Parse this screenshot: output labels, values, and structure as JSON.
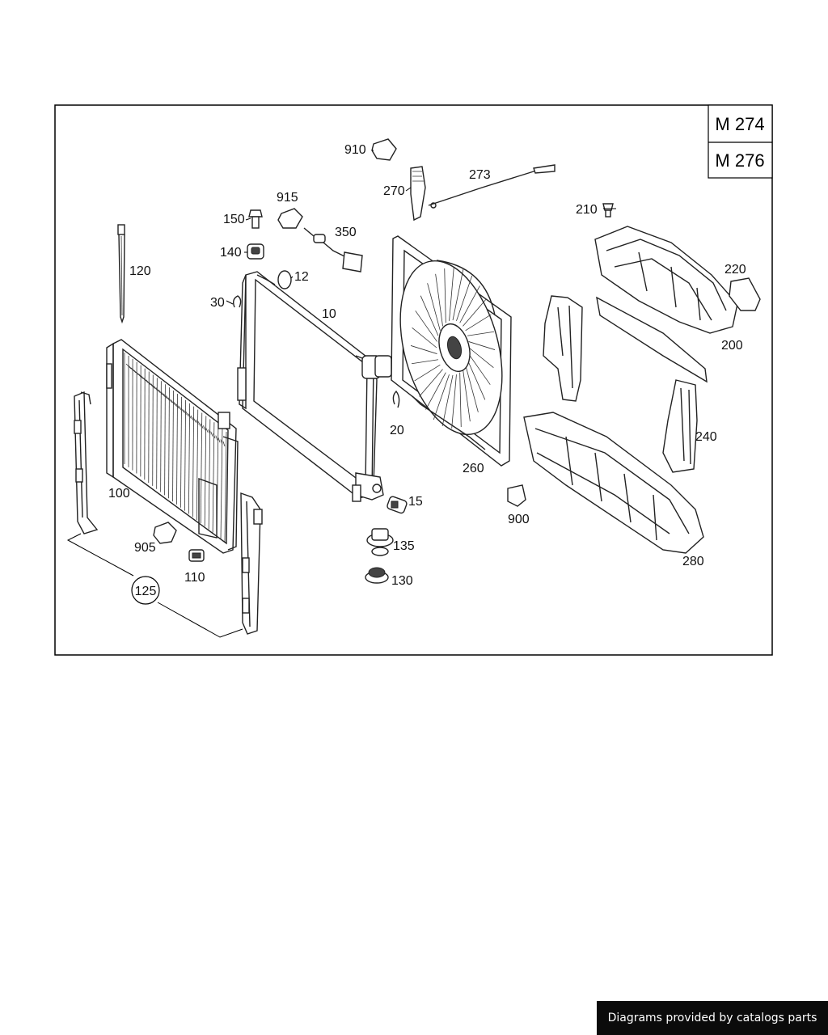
{
  "engine_variants": [
    "M 274",
    "M 276"
  ],
  "callouts": {
    "p910": "910",
    "p273": "273",
    "p270": "270",
    "p915": "915",
    "p150": "150",
    "p350": "350",
    "p140": "140",
    "p120": "120",
    "p12": "12",
    "p30": "30",
    "p10": "10",
    "p210": "210",
    "p220": "220",
    "p200": "200",
    "p20": "20",
    "p240": "240",
    "p100": "100",
    "p260": "260",
    "p15": "15",
    "p900": "900",
    "p135": "135",
    "p905": "905",
    "p280": "280",
    "p110": "110",
    "p130": "130",
    "p125": "125"
  },
  "credit": "Diagrams provided by catalogs parts"
}
